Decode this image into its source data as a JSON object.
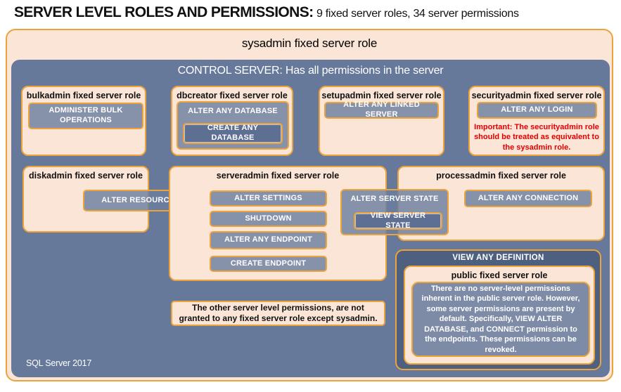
{
  "page": {
    "title_main": "SERVER LEVEL ROLES AND PERMISSIONS:",
    "title_sub": "9 fixed server roles, 34 server permissions",
    "footer": "SQL Server 2017"
  },
  "sysadmin": {
    "label": "sysadmin fixed server role"
  },
  "control_server": {
    "label": "CONTROL SERVER: Has all permissions in the server"
  },
  "roles": [
    {
      "id": "bulkadmin",
      "title": "bulkadmin fixed server role",
      "permissions": [
        "ADMINISTER BULK OPERATIONS"
      ]
    },
    {
      "id": "dbcreator",
      "title": "dbcreator fixed server role",
      "permissions": [
        "ALTER ANY DATABASE",
        "CREATE ANY DATABASE"
      ]
    },
    {
      "id": "setupadmin",
      "title": "setupadmin fixed server role",
      "permissions": [
        "ALTER ANY LINKED SERVER"
      ]
    },
    {
      "id": "securityadmin",
      "title": "securityadmin fixed server role",
      "permissions": [
        "ALTER ANY LOGIN"
      ],
      "warning": "Important: The securityadmin role should be treated as equivalent to the sysadmin role."
    },
    {
      "id": "diskadmin",
      "title": "diskadmin fixed server role",
      "permissions": [
        "ALTER RESOURCES"
      ]
    },
    {
      "id": "serveradmin",
      "title": "serveradmin fixed server role",
      "permissions": [
        "ALTER SETTINGS",
        "SHUTDOWN",
        "ALTER ANY ENDPOINT",
        "CREATE ENDPOINT",
        "ALTER SERVER STATE",
        "VIEW SERVER STATE"
      ]
    },
    {
      "id": "processadmin",
      "title": "processadmin fixed server role",
      "permissions": [
        "ALTER ANY CONNECTION"
      ]
    },
    {
      "id": "public",
      "title": "public fixed server role",
      "description": "There are no server-level permissions inherent in the public server role. However, some server permissions are present by default. Specifically, VIEW ALTER DATABASE, and CONNECT permission to the endpoints. These permissions can be revoked."
    }
  ],
  "view_any_definition": {
    "label": "VIEW ANY DEFINITION"
  },
  "note": {
    "text": "The other server level permissions, are not granted to any fixed server role except sysadmin."
  },
  "colors": {
    "peach_fill": "#FBE5D6",
    "gold_border": "#EDA33C",
    "slate_blue": "#67799B",
    "permission_blue": "#8A94AD",
    "dark_permission_blue": "#5E6F94",
    "definition_blue": "#4D6080",
    "warning_red": "#E30000"
  }
}
